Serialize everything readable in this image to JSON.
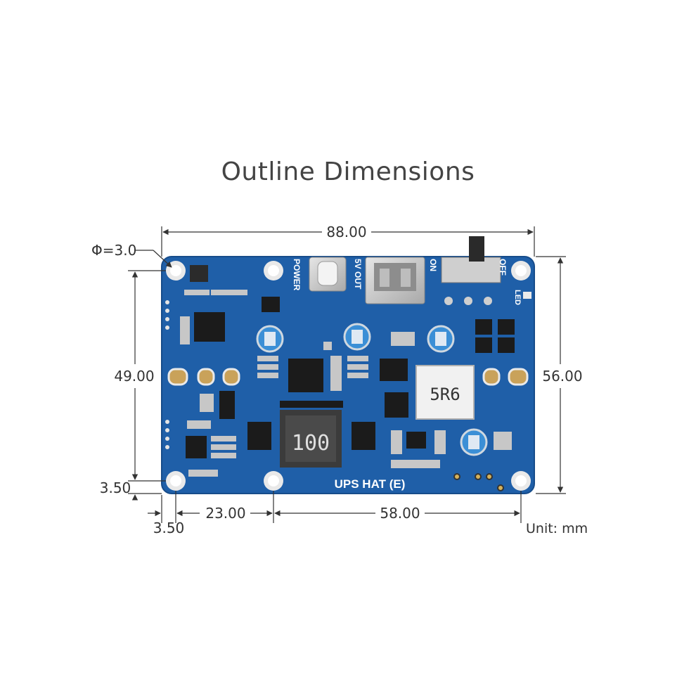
{
  "title": "Outline Dimensions",
  "unit_label": "Unit: mm",
  "dimensions": {
    "width_total": "88.00",
    "height_total": "56.00",
    "hole_spacing_v": "49.00",
    "hole_offset_v": "3.50",
    "hole_offset_h": "3.50",
    "hole_to_hole_a": "23.00",
    "hole_to_hole_b": "58.00",
    "hole_diameter": "Φ=3.0"
  },
  "board": {
    "name": "UPS HAT (E)",
    "labels": {
      "power": "POWER",
      "out": "5V OUT",
      "on": "ON",
      "off": "OFF",
      "led": "LED"
    },
    "inductor_large": "100",
    "inductor_small": "5R6",
    "colors": {
      "pcb": "#1f5fa8",
      "pcb_edge": "#174c8a",
      "silver": "#c9c9c9",
      "chip": "#1b1b1b"
    }
  }
}
